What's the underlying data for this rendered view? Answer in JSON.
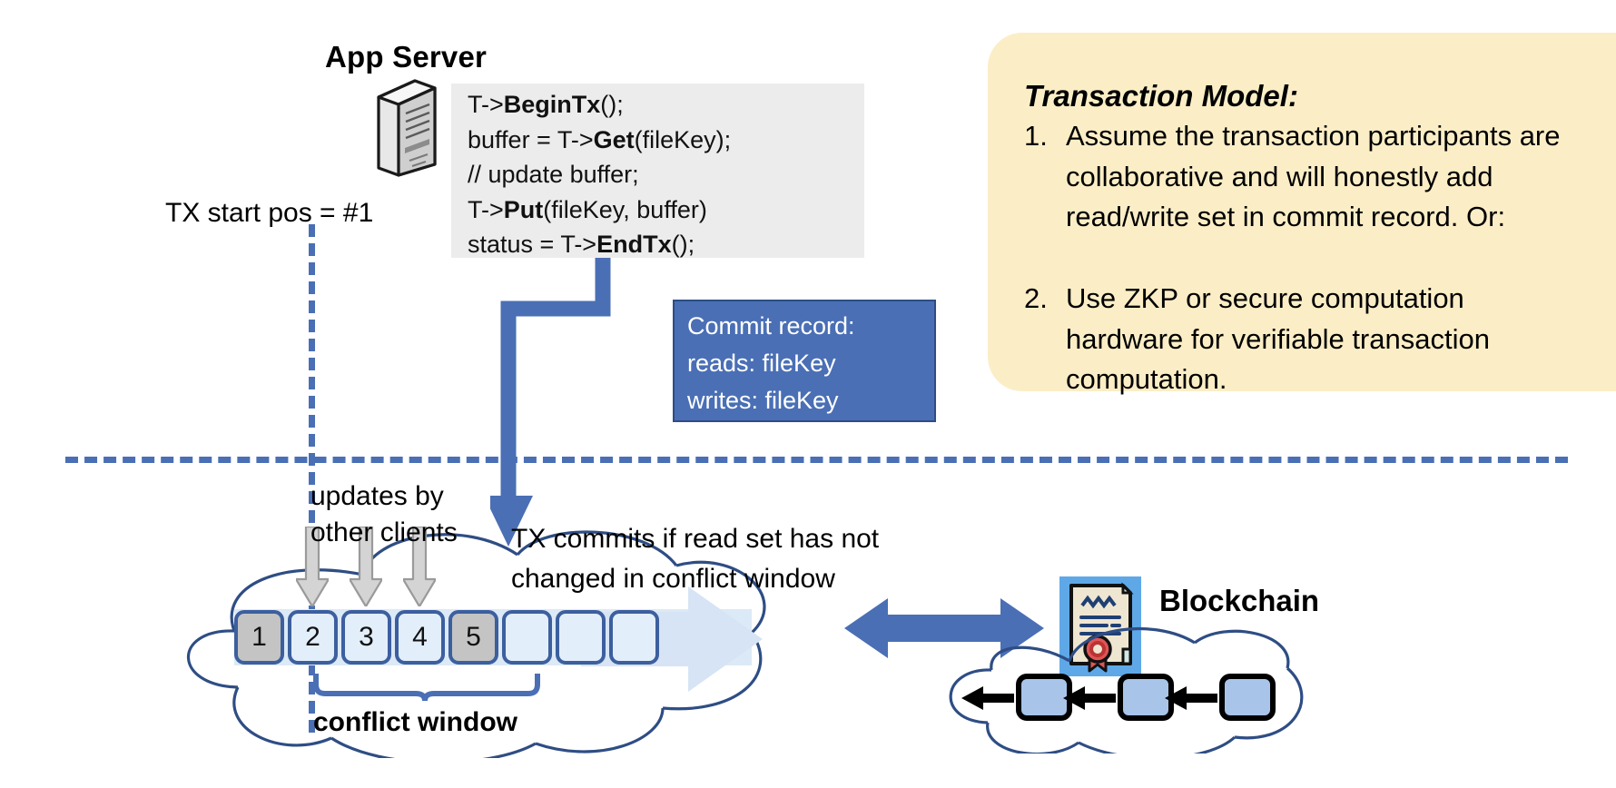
{
  "app_server": {
    "title": "App Server",
    "icon": "server-tower-icon",
    "code_lines": [
      {
        "pre": "T->",
        "bold": "BeginTx",
        "post": "();"
      },
      {
        "pre": "buffer = T->",
        "bold": "Get",
        "post": "(fileKey);"
      },
      {
        "pre": "// update buffer;",
        "bold": "",
        "post": ""
      },
      {
        "pre": "T->",
        "bold": "Put",
        "post": "(fileKey, buffer)"
      },
      {
        "pre": "status = T->",
        "bold": "EndTx",
        "post": "();"
      }
    ]
  },
  "commit_record": {
    "title": "Commit record:",
    "reads": "reads: fileKey",
    "writes": "writes: fileKey",
    "fill_color": "#4a6fb5"
  },
  "tx_model": {
    "title": "Transaction Model:",
    "panel_color": "#fbeec6",
    "items": [
      {
        "num": "1.",
        "text": "Assume the transaction participants are collaborative and will honestly add read/write set in commit record.  Or:"
      },
      {
        "num": "2.",
        "text": "Use ZKP or secure computation hardware for verifiable transaction computation."
      }
    ]
  },
  "log": {
    "tx_start_label": "TX start pos = #1",
    "updates_label": "updates by\nother clients",
    "tx_commit_label": "TX commits if read set has not\nchanged in conflict window",
    "conflict_window_label": "conflict window",
    "boxes": [
      {
        "label": "1",
        "filled": true
      },
      {
        "label": "2",
        "filled": false
      },
      {
        "label": "3",
        "filled": false
      },
      {
        "label": "4",
        "filled": false
      },
      {
        "label": "5",
        "filled": true
      },
      {
        "label": "",
        "filled": false
      },
      {
        "label": "",
        "filled": false
      },
      {
        "label": "",
        "filled": false
      }
    ],
    "update_arrow_count": 3,
    "strip_color": "#dce9f7",
    "box_border_color": "#3c5f9e",
    "filled_color": "#c4c4c4"
  },
  "blockchain": {
    "label": "Blockchain",
    "cert_icon": "certificate-seal-icon",
    "block_count": 3,
    "block_color": "#a8c4e8",
    "arrow_color": "#4a6fb5"
  },
  "colors": {
    "accent_blue": "#4a6fb5",
    "cloud_stroke": "#2e4d84",
    "code_bg": "#ececec"
  }
}
